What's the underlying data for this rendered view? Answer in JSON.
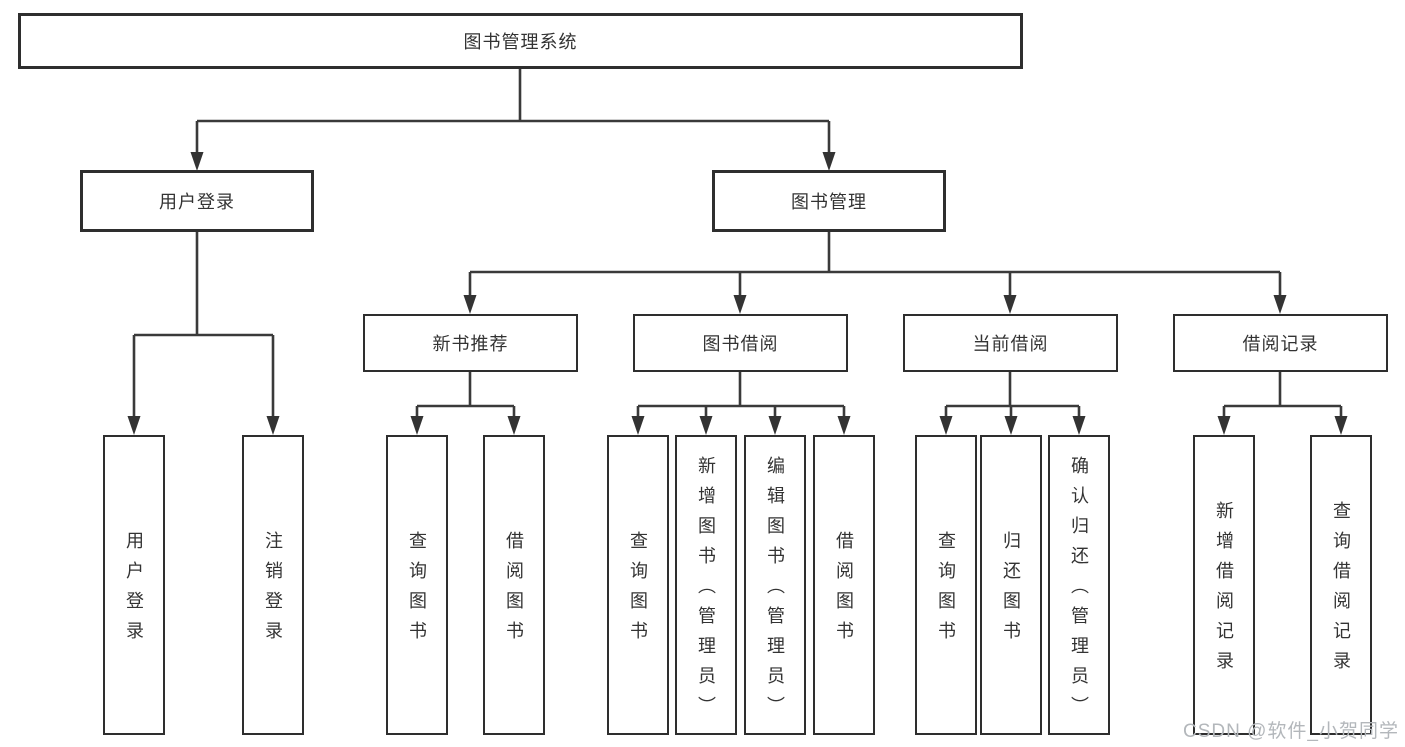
{
  "tree": {
    "root": {
      "label": "图书管理系统"
    },
    "branches": [
      {
        "label": "用户登录",
        "children": [
          {
            "label": "用户登录"
          },
          {
            "label": "注销登录"
          }
        ]
      },
      {
        "label": "图书管理",
        "groups": [
          {
            "label": "新书推荐",
            "children": [
              {
                "label": "查询图书"
              },
              {
                "label": "借阅图书"
              }
            ]
          },
          {
            "label": "图书借阅",
            "children": [
              {
                "label": "查询图书"
              },
              {
                "label": "新增图书（管理员）"
              },
              {
                "label": "编辑图书（管理员）"
              },
              {
                "label": "借阅图书"
              }
            ]
          },
          {
            "label": "当前借阅",
            "children": [
              {
                "label": "查询图书"
              },
              {
                "label": "归还图书"
              },
              {
                "label": "确认归还（管理员）"
              }
            ]
          },
          {
            "label": "借阅记录",
            "children": [
              {
                "label": "新增借阅记录"
              },
              {
                "label": "查询借阅记录"
              }
            ]
          }
        ]
      }
    ]
  },
  "watermark": {
    "text": "CSDN @软件_小贺同学"
  },
  "colors": {
    "line": "#3a3a3a",
    "box_border": "#2e2e2e",
    "box_fill": "#ffffff",
    "text": "#333333",
    "watermark": "#b3b7bb",
    "background": "#ffffff"
  }
}
